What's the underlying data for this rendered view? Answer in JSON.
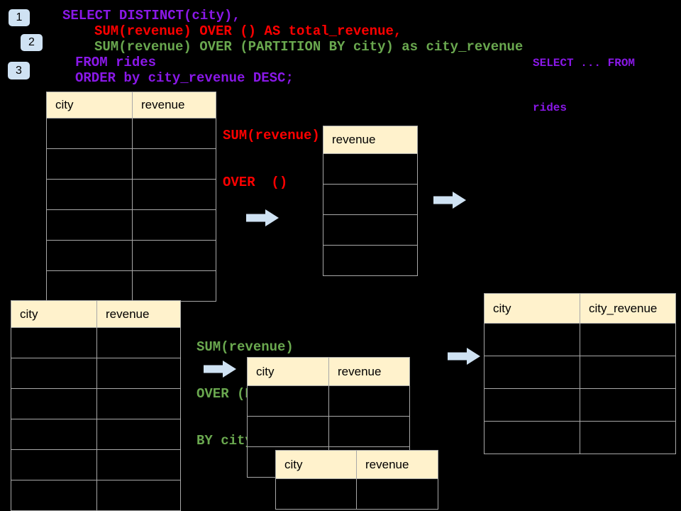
{
  "colors": {
    "background": "#000000",
    "purple": "#8a18e8",
    "red": "#ff0000",
    "green": "#6aa84f",
    "accent-blue": "#cfe2f3",
    "table-header-bg": "#fff2cc",
    "table-border": "#a8a8a8",
    "text-dark": "#000000"
  },
  "steps": [
    {
      "label": "1"
    },
    {
      "label": "2"
    },
    {
      "label": "3"
    }
  ],
  "sql_code": {
    "lines": [
      "SELECT DISTINCT(city),",
      "SUM(revenue) OVER () AS total_revenue,",
      "SUM(revenue) OVER (PARTITION BY city) as city_revenue",
      "FROM rides",
      "ORDER by city_revenue DESC;"
    ]
  },
  "side_note": {
    "lines": [
      "SELECT ... FROM",
      "rides"
    ]
  },
  "annotations": {
    "total_revenue": {
      "lines": [
        "SUM(revenue)",
        "OVER  ()"
      ]
    },
    "partition": {
      "lines": [
        "SUM(revenue)",
        "OVER (PARTITION",
        "BY city)"
      ]
    }
  },
  "tables": {
    "source_top": {
      "headers": [
        "city",
        "revenue"
      ],
      "empty_rows": 6
    },
    "total_result": {
      "headers": [
        "revenue"
      ],
      "empty_rows": 4
    },
    "source_bottom": {
      "headers": [
        "city",
        "revenue"
      ],
      "empty_rows": 6
    },
    "partition_mid": {
      "headers": [
        "city",
        "revenue"
      ],
      "empty_rows": 3
    },
    "partition_overlay": {
      "headers": [
        "city",
        "revenue"
      ],
      "empty_rows": 1
    },
    "city_revenue_result": {
      "headers": [
        "city",
        "city_revenue"
      ],
      "empty_rows": 4
    }
  },
  "icons": {
    "right_arrow": "block-right-arrow"
  }
}
